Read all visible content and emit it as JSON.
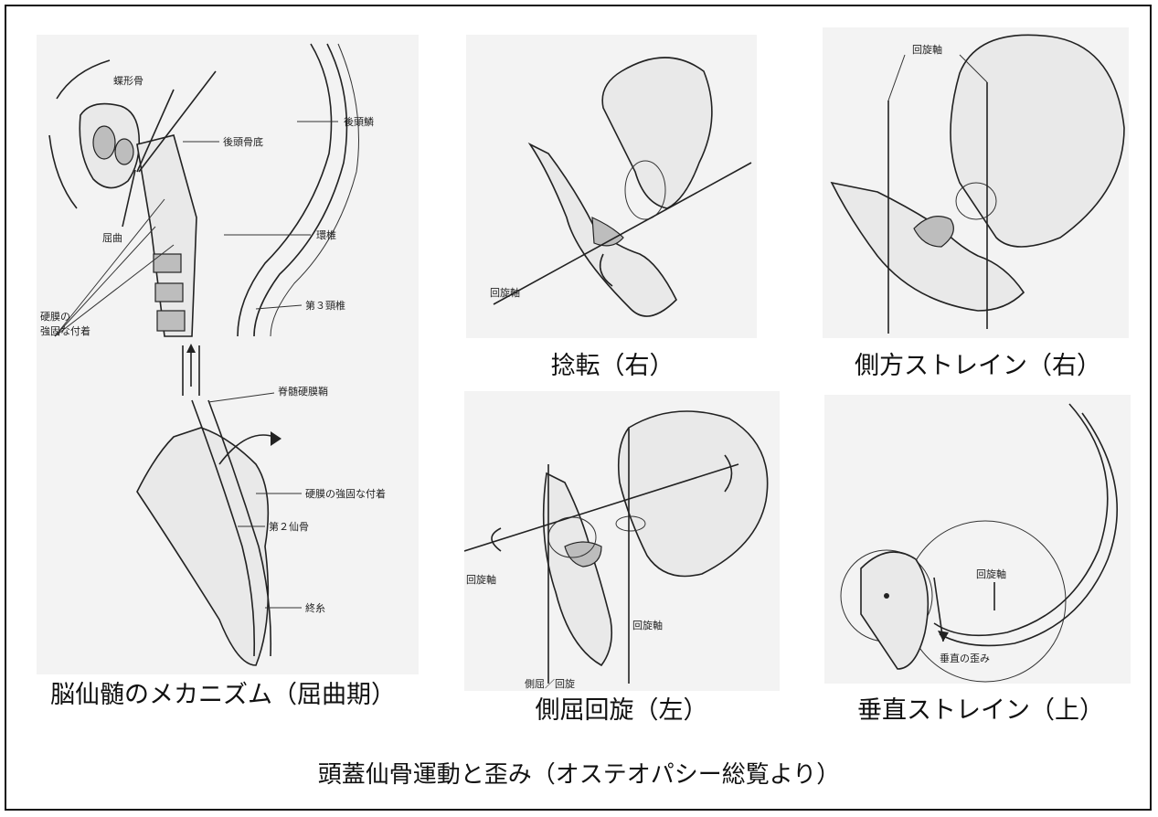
{
  "figure": {
    "main_caption": "頭蓋仙骨運動と歪み（オステオパシー総覧より）",
    "panels": [
      {
        "caption": "脳仙髄のメカニズム（屈曲期）",
        "labels": [
          "蝶形骨",
          "後頭骨底",
          "後頭鱗",
          "屈曲",
          "環椎",
          "硬膜の",
          "強固な付着",
          "第３頸椎",
          "脊髄硬膜鞘",
          "硬膜の強固な付着",
          "第２仙骨",
          "終糸"
        ]
      },
      {
        "caption": "捻転（右）",
        "labels": [
          "回旋軸"
        ]
      },
      {
        "caption": "側方ストレイン（右）",
        "labels": [
          "回旋軸"
        ]
      },
      {
        "caption": "側屈回旋（左）",
        "labels": [
          "回旋軸",
          "回旋軸",
          "側屈／回旋"
        ]
      },
      {
        "caption": "垂直ストレイン（上）",
        "labels": [
          "回旋軸",
          "垂直の歪み"
        ]
      }
    ]
  }
}
